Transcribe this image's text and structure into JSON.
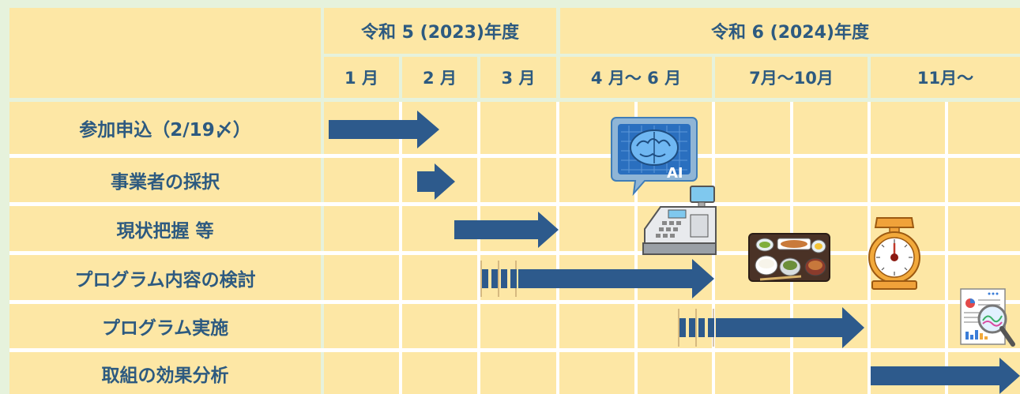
{
  "years": [
    {
      "label": "令和 5 (2023)年度"
    },
    {
      "label": "令和 6 (2024)年度"
    }
  ],
  "periods": [
    {
      "label": "1 月"
    },
    {
      "label": "2 月"
    },
    {
      "label": "3 月"
    },
    {
      "label": "4 月～ 6 月"
    },
    {
      "label": "7月～10月"
    },
    {
      "label": "11月～"
    }
  ],
  "tasks": [
    {
      "label": "参加申込（2/19〆）"
    },
    {
      "label": "事業者の採択"
    },
    {
      "label": "現状把握 等"
    },
    {
      "label": "プログラム内容の検討"
    },
    {
      "label": "プログラム実施"
    },
    {
      "label": "取組の効果分析"
    }
  ],
  "icons": [
    "ai-brain-icon",
    "cash-register-icon",
    "meal-tray-icon",
    "kitchen-scale-icon",
    "report-magnifier-icon"
  ],
  "colors": {
    "background": "#e6f2dc",
    "cell": "#fde7a5",
    "grid": "#ffffff",
    "text": "#2d5a80",
    "arrow": "#2d5a8c"
  }
}
